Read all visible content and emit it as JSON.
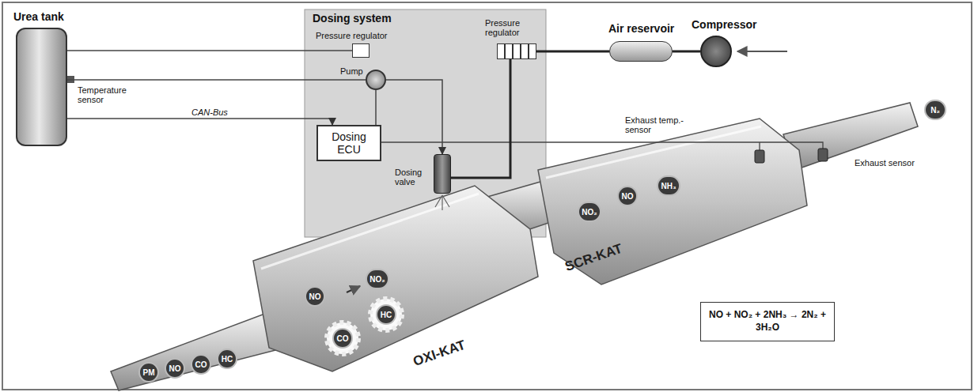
{
  "diagram": {
    "nodes": [
      {
        "text": [
          "Urea tank"
        ]
      },
      {
        "text": [
          "Dosing system"
        ]
      },
      {
        "text": [
          "Pressure regulator"
        ],
        "in": 1
      },
      {
        "text": [
          "Pump"
        ],
        "in": 1
      },
      {
        "text": [
          "Dosing ECU"
        ],
        "in": 1
      },
      {
        "text": [
          "Dosing valve"
        ],
        "in": 1
      },
      {
        "text": [
          "Pressure regulator"
        ],
        "in": 1
      },
      {
        "text": [
          "Air reservoir"
        ]
      },
      {
        "text": [
          "Compressor"
        ]
      },
      {
        "text": [
          "OXI-KAT"
        ]
      },
      {
        "text": [
          "NO"
        ],
        "in": 9
      },
      {
        "text": [
          "NO₂"
        ],
        "in": 9
      },
      {
        "text": [
          "CO"
        ],
        "in": 9
      },
      {
        "text": [
          "HC"
        ],
        "in": 9
      },
      {
        "text": [
          "SCR-KAT"
        ]
      },
      {
        "text": [
          "NO₂"
        ],
        "in": 14
      },
      {
        "text": [
          "NO"
        ],
        "in": 14
      },
      {
        "text": [
          "NH₃"
        ],
        "in": 14
      },
      {
        "text": [
          "NO + NO₂ + 2NH₃ → 2N₂ + 3H₂O"
        ]
      },
      {
        "text": [
          "N₂"
        ]
      },
      {
        "text": [
          "PM"
        ]
      },
      {
        "text": [
          "NO"
        ]
      },
      {
        "text": [
          "CO"
        ]
      },
      {
        "text": [
          "HC"
        ]
      }
    ],
    "edges": [
      {
        "from": 0,
        "to": 3,
        "arrow": "none"
      },
      {
        "from": 3,
        "to": 5,
        "arrow": "to"
      },
      {
        "from": 2,
        "to": 0,
        "arrow": "none"
      },
      {
        "from": 8,
        "to": 7,
        "arrow": "none"
      },
      {
        "from": 7,
        "to": 6,
        "arrow": "none"
      },
      {
        "from": 6,
        "to": 5,
        "arrow": "none"
      },
      {
        "from": 0,
        "to": 4,
        "label": "CAN-Bus",
        "arrow": "to"
      },
      {
        "from": 4,
        "to": 3,
        "arrow": "none"
      }
    ],
    "labels": [
      "Temperature sensor",
      "Exhaust temp.- sensor",
      "Exhaust sensor"
    ]
  }
}
